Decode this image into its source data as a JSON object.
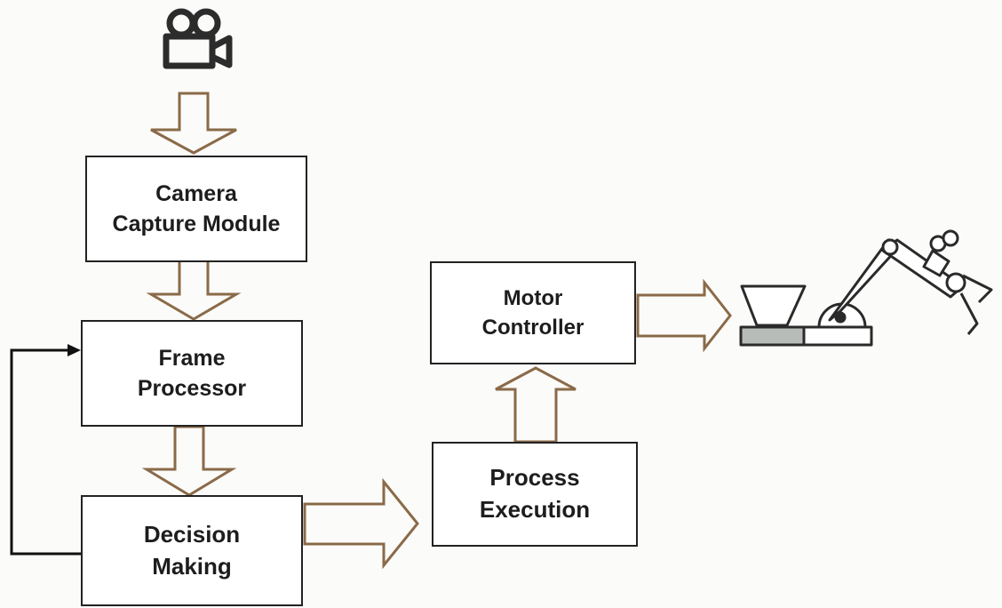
{
  "diagram": {
    "blocks": {
      "camera_capture": {
        "line1": "Camera",
        "line2": "Capture Module"
      },
      "frame_processor": {
        "line1": "Frame",
        "line2": "Processor"
      },
      "decision_making": {
        "line1": "Decision",
        "line2": "Making"
      },
      "process_execution": {
        "line1": "Process",
        "line2": "Execution"
      },
      "motor_controller": {
        "line1": "Motor",
        "line2": "Controller"
      }
    },
    "icons": {
      "input": "video-camera-icon",
      "output": "robotic-arm-icon"
    },
    "colors": {
      "arrow_outline": "#8a6a48",
      "box_border": "#222222",
      "feedback_line": "#111111",
      "text": "#1d1d1d"
    }
  }
}
